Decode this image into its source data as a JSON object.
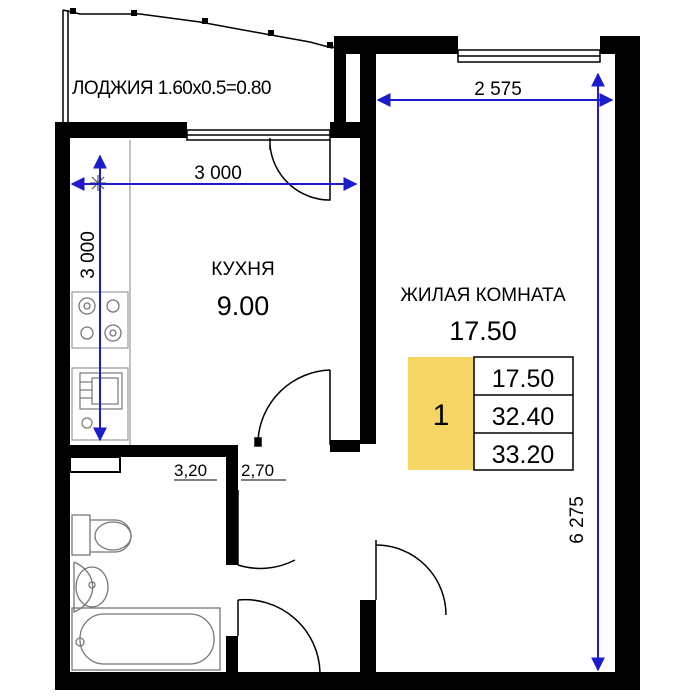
{
  "colors": {
    "wall": "#000000",
    "dimension_line": "#1c1ccc",
    "highlight": "#f5d563",
    "fixture": "#8a8a8a"
  },
  "rooms": {
    "loggia": {
      "label": "ЛОДЖИЯ 1.60x0.5=0.80"
    },
    "kitchen": {
      "name": "КУХНЯ",
      "area": "9.00"
    },
    "living": {
      "name": "ЖИЛАЯ КОМНАТА",
      "area": "17.50"
    },
    "bathroom": {
      "area": "3,20"
    },
    "hall": {
      "area": "2,70"
    }
  },
  "dimensions": {
    "kitchen_width": "3 000",
    "kitchen_height": "3 000",
    "living_width": "2 575",
    "living_height": "6 275"
  },
  "summary": {
    "room_count": "1",
    "living_area": "17.50",
    "total_area": "32.40",
    "total_with_loggia": "33.20"
  },
  "icons": [
    "stove-icon",
    "sink-icon",
    "toilet-icon",
    "washbasin-icon",
    "bathtub-icon",
    "ac-unit-icon"
  ]
}
